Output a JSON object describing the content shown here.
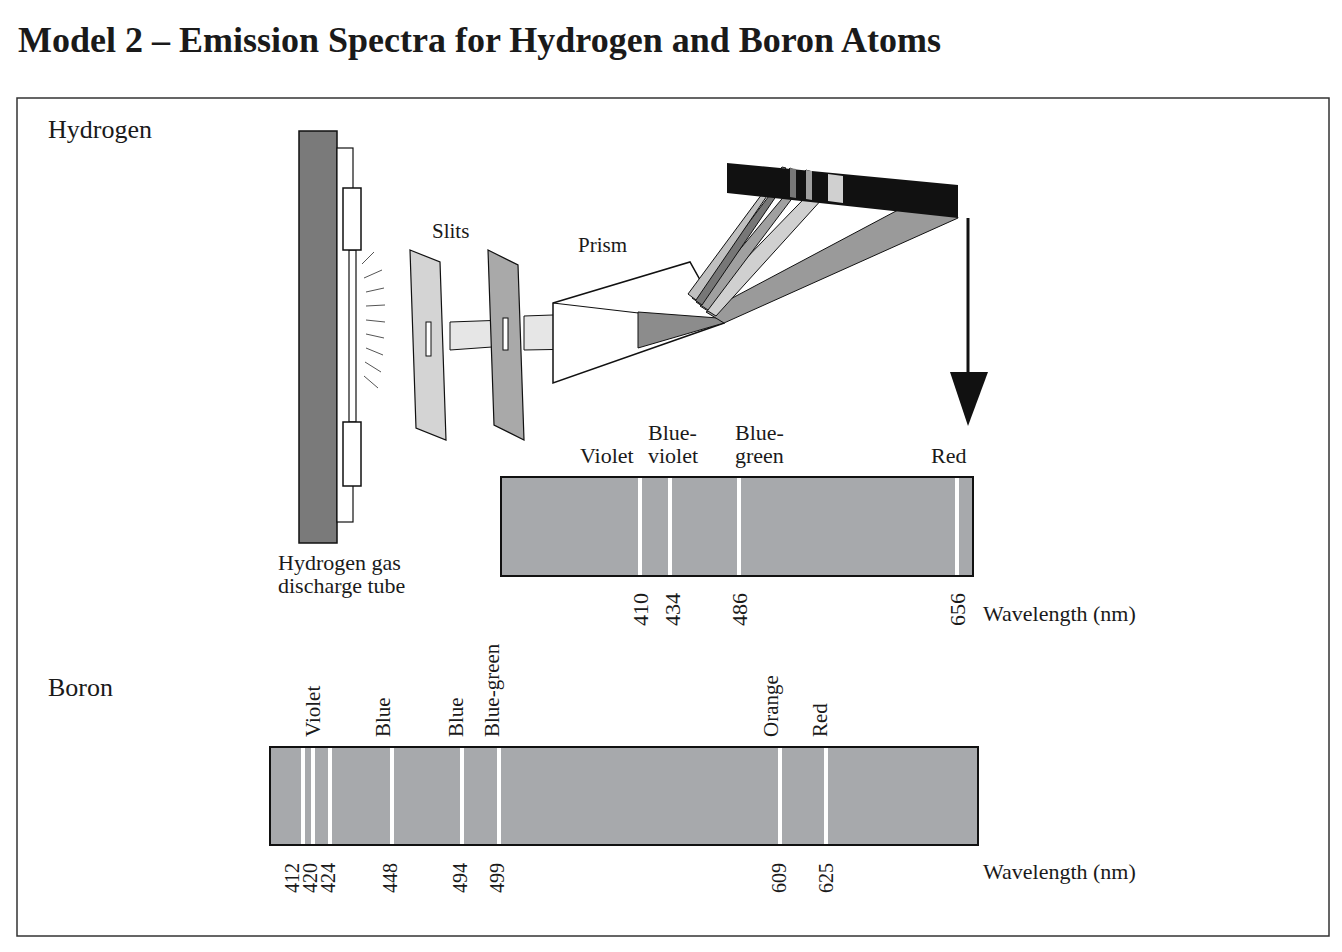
{
  "diagram": {
    "title": "Model 2 – Emission Spectra for Hydrogen and Boron Atoms",
    "labels": [
      "Hydrogen",
      "Slits",
      "Prism",
      "Violet",
      "Blue- violet",
      "Blue- green",
      "Red",
      "410",
      "434",
      "486",
      "656",
      "Wavelength (nm)",
      "Hydrogen gas discharge tube",
      "Boron",
      "Violet",
      "Blue",
      "Blue",
      "Blue-green",
      "Orange",
      "Red",
      "412",
      "420",
      "424",
      "448",
      "494",
      "499",
      "609",
      "625",
      "Wavelength (nm)"
    ]
  }
}
